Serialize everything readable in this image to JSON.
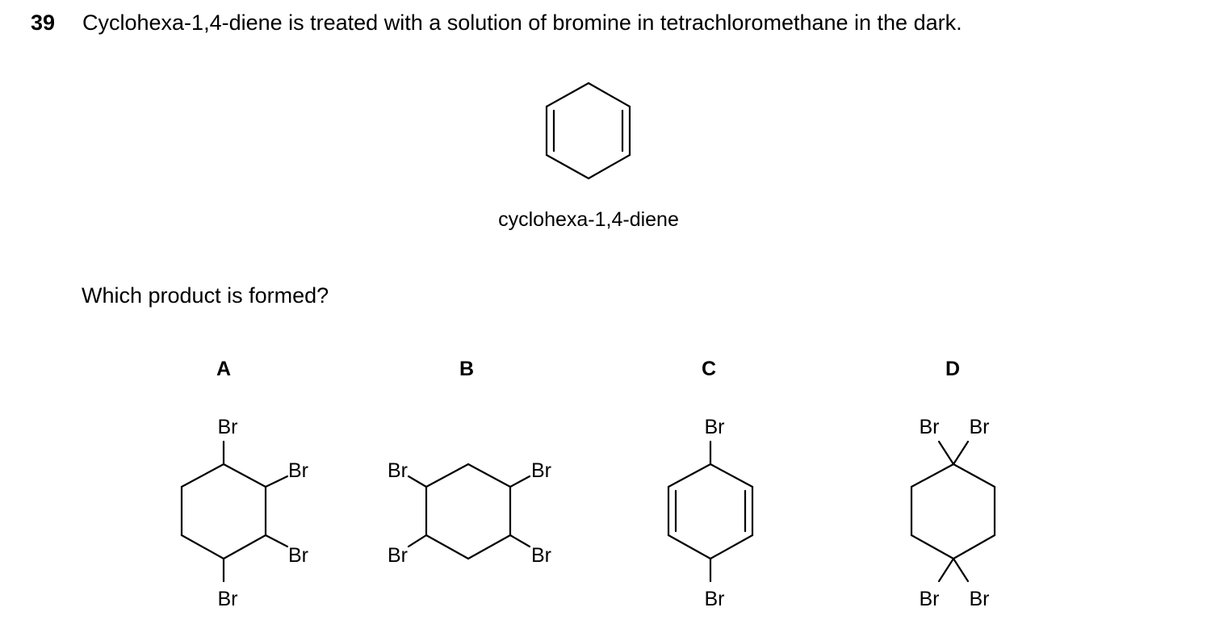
{
  "question": {
    "number": "39",
    "text": "Cyclohexa-1,4-diene is treated with a solution of bromine in tetrachloromethane in the dark.",
    "reactant_name": "cyclohexa-1,4-diene",
    "prompt": "Which product is formed?"
  },
  "options": [
    {
      "letter": "A",
      "labels": [
        "Br",
        "Br",
        "Br",
        "Br"
      ]
    },
    {
      "letter": "B",
      "labels": [
        "Br",
        "Br",
        "Br",
        "Br"
      ]
    },
    {
      "letter": "C",
      "labels": [
        "Br",
        "Br"
      ]
    },
    {
      "letter": "D",
      "labels": [
        "Br",
        "Br",
        "Br",
        "Br"
      ]
    }
  ]
}
